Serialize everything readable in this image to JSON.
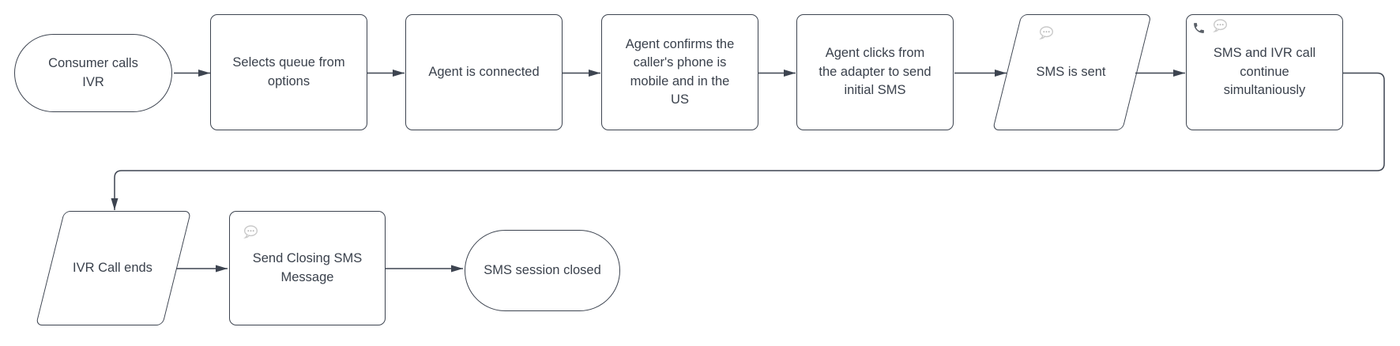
{
  "diagram": {
    "type": "flowchart",
    "colors": {
      "stroke": "#3d4450",
      "text": "#3a414c",
      "background": "#ffffff",
      "arrow": "#3d4450",
      "bubble_icon_gray": "#c9c9c9",
      "bubble_dot_gray": "#b5b5b5",
      "phone_icon_gray": "#5a6068"
    },
    "nodes": [
      {
        "id": "start",
        "shape": "terminator",
        "label": "Consumer calls IVR",
        "icons": []
      },
      {
        "id": "selects-queue",
        "shape": "process",
        "label": "Selects queue from options",
        "icons": []
      },
      {
        "id": "agent-connected",
        "shape": "process",
        "label": "Agent is connected",
        "icons": []
      },
      {
        "id": "agent-confirms",
        "shape": "process",
        "label": "Agent confirms the caller's phone is mobile and in the US",
        "icons": []
      },
      {
        "id": "agent-clicks",
        "shape": "process",
        "label": "Agent clicks from the adapter to send initial SMS",
        "icons": []
      },
      {
        "id": "sms-sent",
        "shape": "parallelogram",
        "label": "SMS is sent",
        "icons": [
          "chat-bubble"
        ]
      },
      {
        "id": "sms-ivr-continue",
        "shape": "process",
        "label": "SMS and IVR call continue simultaniously",
        "icons": [
          "phone",
          "chat-bubble"
        ]
      },
      {
        "id": "ivr-call-ends",
        "shape": "parallelogram",
        "label": "IVR Call ends",
        "icons": []
      },
      {
        "id": "send-closing-sms",
        "shape": "process",
        "label": "Send Closing SMS Message",
        "icons": [
          "chat-bubble"
        ]
      },
      {
        "id": "end",
        "shape": "terminator",
        "label": "SMS session closed",
        "icons": []
      }
    ],
    "edges": [
      {
        "from": "start",
        "to": "selects-queue"
      },
      {
        "from": "selects-queue",
        "to": "agent-connected"
      },
      {
        "from": "agent-connected",
        "to": "agent-confirms"
      },
      {
        "from": "agent-confirms",
        "to": "agent-clicks"
      },
      {
        "from": "agent-clicks",
        "to": "sms-sent"
      },
      {
        "from": "sms-sent",
        "to": "sms-ivr-continue"
      },
      {
        "from": "sms-ivr-continue",
        "to": "ivr-call-ends"
      },
      {
        "from": "ivr-call-ends",
        "to": "send-closing-sms"
      },
      {
        "from": "send-closing-sms",
        "to": "end"
      }
    ]
  }
}
